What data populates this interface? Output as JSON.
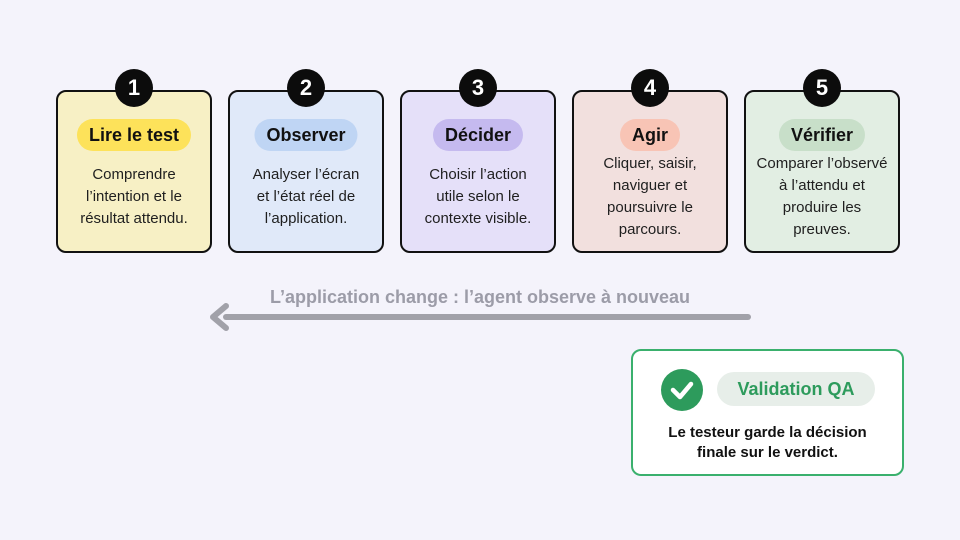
{
  "steps": [
    {
      "number": "1",
      "title": "Lire le test",
      "lines": [
        "Comprendre",
        "l’intention et le",
        "résultat attendu."
      ],
      "card_color": "#f7f0c5",
      "pill_color": "#fde25a"
    },
    {
      "number": "2",
      "title": "Observer",
      "lines": [
        "Analyser l’écran",
        "et l’état réel de",
        "l’application."
      ],
      "card_color": "#e0e9f9",
      "pill_color": "#bfd5f4"
    },
    {
      "number": "3",
      "title": "Décider",
      "lines": [
        "Choisir l’action",
        "utile selon le",
        "contexte visible."
      ],
      "card_color": "#e5e0f9",
      "pill_color": "#c5baef"
    },
    {
      "number": "4",
      "title": "Agir",
      "lines": [
        "Cliquer, saisir,",
        "naviguer et",
        "poursuivre le",
        "parcours."
      ],
      "card_color": "#f2e0de",
      "pill_color": "#f8c4b5"
    },
    {
      "number": "5",
      "title": "Vérifier",
      "lines": [
        "Comparer l’observé",
        "à l’attendu et",
        "produire les",
        "preuves."
      ],
      "card_color": "#e2eee3",
      "pill_color": "#c8dfc9"
    }
  ],
  "loop": {
    "label": "L’application change : l’agent observe à nouveau"
  },
  "validation": {
    "title": "Validation QA",
    "lines": [
      "Le testeur garde la décision",
      "finale sur le verdict."
    ],
    "icon": "check-icon",
    "accent": "#2d9b5c"
  }
}
